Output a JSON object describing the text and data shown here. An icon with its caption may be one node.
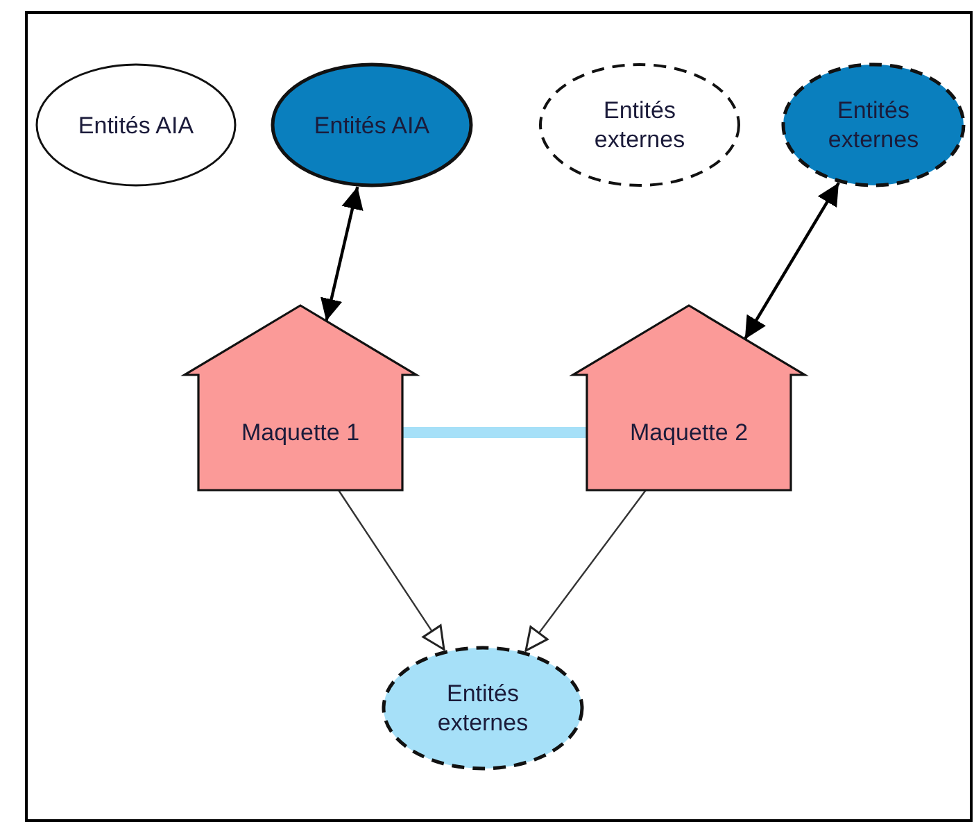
{
  "diagram": {
    "nodes": [
      {
        "text": [
          "Entités AIA"
        ]
      },
      {
        "text": [
          "Entités AIA"
        ]
      },
      {
        "text": [
          "Entités externes"
        ]
      },
      {
        "text": [
          "Entités externes"
        ]
      },
      {
        "text": [
          "Maquette 1"
        ]
      },
      {
        "text": [
          "Maquette 2"
        ]
      },
      {
        "text": [
          "Entités externes"
        ]
      }
    ],
    "edges": [
      {
        "from": 1,
        "to": 4,
        "arrow": "both"
      },
      {
        "from": 3,
        "to": 5,
        "arrow": "both"
      },
      {
        "from": 4,
        "to": 5,
        "arrow": "none",
        "style": "thick",
        "color": "#a6e0f8"
      },
      {
        "from": 4,
        "to": 6,
        "arrow": "to"
      },
      {
        "from": 5,
        "to": 6,
        "arrow": "to"
      }
    ]
  }
}
